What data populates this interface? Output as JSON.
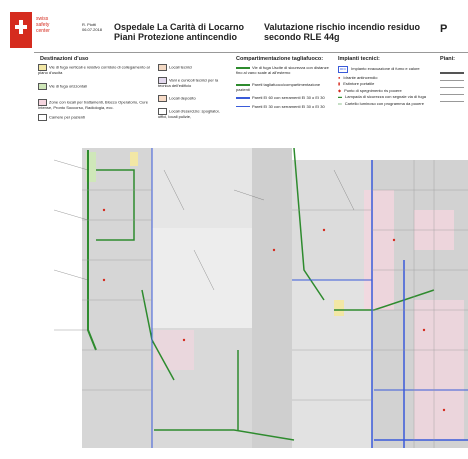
{
  "logo": {
    "line1": "swiss",
    "line2": "safety",
    "line3": "center"
  },
  "meta": {
    "author": "R. Piotti",
    "date": "06.07.2018"
  },
  "title": {
    "left_line1": "Ospedale La Carità di Locarno",
    "left_line2": "Piani Protezione antincendio",
    "right_line1": "Valutazione rischio incendio residuo",
    "right_line2": "secondo RLE 44g",
    "corner": "P"
  },
  "legend_use": {
    "header": "Destinazioni d'uso",
    "items": [
      {
        "label": "Vie di fuga verticali e relativo corridoio di collegamento al piano d'uscita",
        "color": "#f2e7a5"
      },
      {
        "label": "Vie di fuga orizzontali",
        "color": "#cfe7b9"
      },
      {
        "label": "Zone con locali per trattamenti, Blocco Operatorio, Cure Intense, Pronto Soccorso, Radiologia, ecc.",
        "color": "#f5d5df"
      },
      {
        "label": "Camere per pazienti",
        "color": "#ffffff"
      }
    ],
    "items_right": [
      {
        "label": "Locali tecnici",
        "color": "#f3d9c4"
      },
      {
        "label": "Vani e cunicoli tecnici per la tecnica dell'edificio",
        "color": "#e3d9ee"
      },
      {
        "label": "Locali deposito",
        "color": "#f8dcc8"
      },
      {
        "label": "Locali d'esercizio: spogliatoi, uffici, locali pulizie,",
        "color": "#ffffff"
      }
    ]
  },
  "legend_comp": {
    "header": "Compartimentazione tagliafuoco:",
    "items": [
      {
        "label": "Vie di fuga Uscite di sicurezza con distanze fino al vano scale al all'esterno"
      },
      {
        "label": "Pareti tagliafuoco/compartimentazione pazienti"
      },
      {
        "label": "Pareti EI 60 con serramenti EI 30 o EI 30"
      },
      {
        "label": "Pareti EI 30 con serramenti EI 30 o EI 30"
      }
    ]
  },
  "legend_tech": {
    "header": "Impianti tecnici:",
    "items": [
      {
        "label": "Impianto evacuazione di fumo e calore",
        "icon": "RFC"
      },
      {
        "label": "Idrante antincendio"
      },
      {
        "label": "Estintore portatile"
      },
      {
        "label": "Punto di spegnimento ris pooere"
      },
      {
        "label": "Lampada di sicurezza con segnale via di fuga"
      },
      {
        "label": "Cartello luminoso con programma da pooere"
      }
    ]
  },
  "legend_floors": {
    "header": "Piani:"
  },
  "colors": {
    "green": "#2e8b2e",
    "blue": "#3a5bd9",
    "red": "#d52b1e",
    "floor": "#d6d6d6",
    "hatch": "#e6e6e6",
    "pink": "#f5d5df"
  }
}
